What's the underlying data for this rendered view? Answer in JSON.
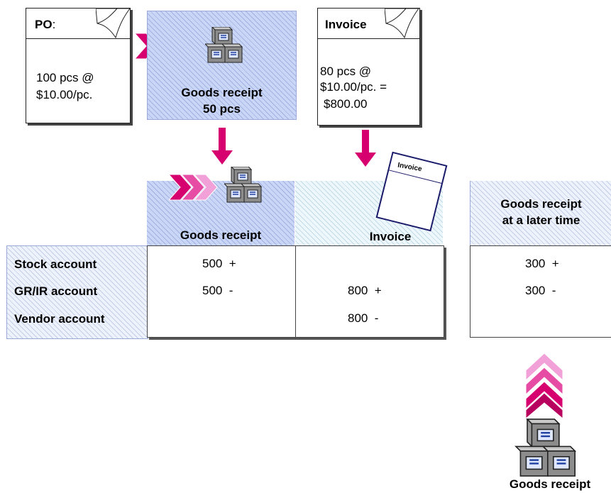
{
  "po": {
    "title": "PO",
    "title_suffix": ":",
    "line1": "100 pcs @",
    "line2": "$10.00/pc."
  },
  "goods_receipt_top": {
    "line1": "Goods receipt",
    "line2": "50 pcs"
  },
  "invoice_doc": {
    "title": "Invoice",
    "line1": "80 pcs @",
    "line2": "$10.00/pc. =",
    "line3": "$800.00"
  },
  "invoice_stamp": "Invoice",
  "table": {
    "col_goods_receipt": "Goods receipt",
    "col_invoice": "Invoice",
    "rows": [
      {
        "label": "Stock account",
        "gr": "500  +",
        "inv": ""
      },
      {
        "label": "GR/IR account",
        "gr": "500  -",
        "inv": "800  +"
      },
      {
        "label": "Vendor account",
        "gr": "",
        "inv": "800  -"
      }
    ]
  },
  "later": {
    "header_line1": "Goods receipt",
    "header_line2": "at a later time",
    "rows": [
      "300  +",
      "300  -"
    ]
  },
  "bottom_label": "Goods receipt",
  "colors": {
    "magenta": "#d6006f",
    "pink": "#f08ccf",
    "box_gray": "#8c8c8c",
    "doc_blue": "#c9d6f5"
  },
  "icons": [
    "chevron-arrows-icon",
    "goods-boxes-icon",
    "down-arrow-icon",
    "invoice-document-icon",
    "up-chevron-arrows-icon"
  ]
}
